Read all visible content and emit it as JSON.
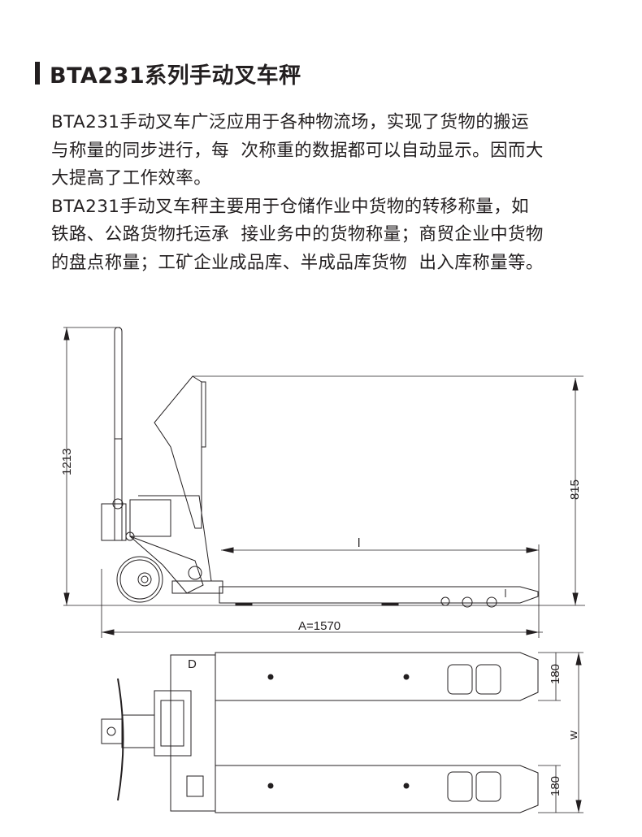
{
  "title": "BTA231系列手动叉车秤",
  "paragraph_lines": [
    "BTA231手动叉车广泛应用于各种物流场，实现了货物的搬运",
    "与称量的同步进行，每  次称重的数据都可以自动显示。因而大",
    "大提高了工作效率。",
    "BTA231手动叉车秤主要用于仓储作业中货物的转移称量，如",
    "铁路、公路货物托运承  接业务中的货物称量；商贸企业中货物",
    "的盘点称量；工矿企业成品库、半成品库货物  出入库称量等。"
  ],
  "drawing": {
    "side_view": {
      "height_total": "1213",
      "height_head": "815",
      "fork_length": "l",
      "overall_length": "A=1570"
    },
    "top_view": {
      "fork_width_top": "180",
      "fork_width_bottom": "180",
      "overall_width": "w",
      "head_mark": "D"
    }
  }
}
